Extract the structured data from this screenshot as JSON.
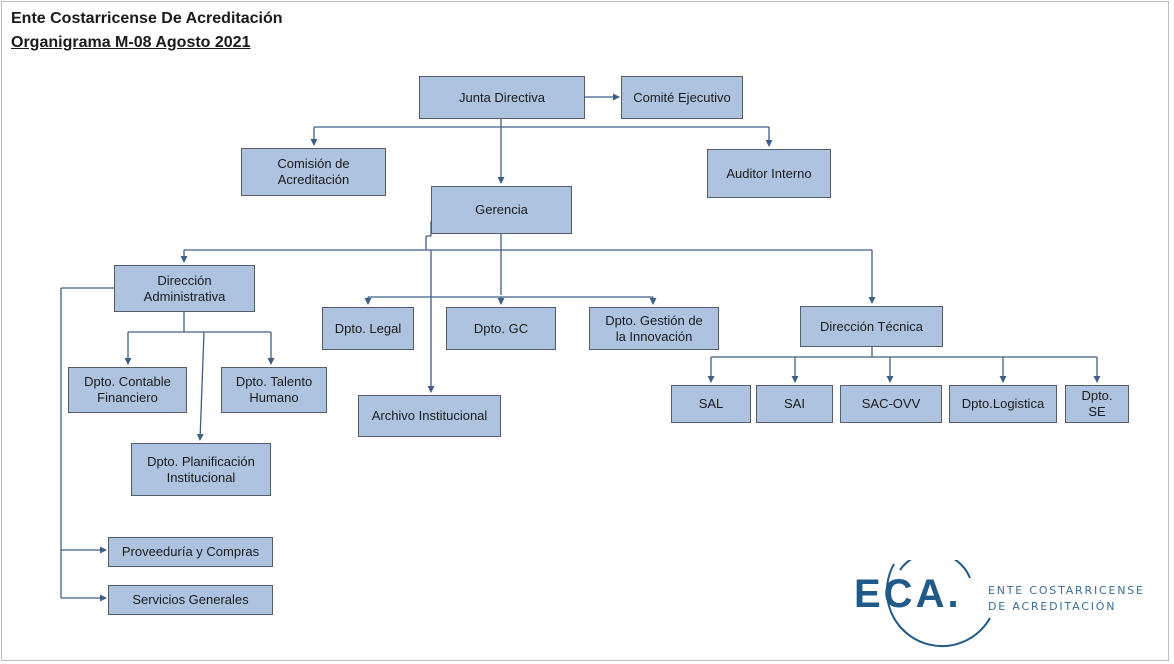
{
  "header": {
    "title": "Ente Costarricense De Acreditación",
    "subtitle": "Organigrama  M-08 Agosto 2021"
  },
  "org": {
    "junta": "Junta Directiva",
    "comite": "Comité Ejecutivo",
    "comision": "Comisión de\nAcreditación",
    "auditor": "Auditor Interno",
    "gerencia": "Gerencia",
    "dir_admin": "Dirección\nAdministrativa",
    "legal": "Dpto. Legal",
    "gc": "Dpto. GC",
    "innovacion": "Dpto. Gestión de\nla Innovación",
    "dir_tecnica": "Dirección Técnica",
    "contable": "Dpto. Contable\nFinanciero",
    "talento": "Dpto. Talento\nHumano",
    "archivo": "Archivo Institucional",
    "planificacion": "Dpto. Planificación\nInstitucional",
    "proveeduria": "Proveeduría y Compras",
    "servicios": "Servicios Generales",
    "sal": "SAL",
    "sai": "SAI",
    "sac": "SAC-OVV",
    "logistica": "Dpto.Logistica",
    "se": "Dpto.\nSE"
  },
  "logo": {
    "mark": "ECA.",
    "line1": "ENTE COSTARRICENSE",
    "line2": "DE ACREDITACIÓN",
    "color": "#1f5a88"
  },
  "colors": {
    "box_fill": "#aec3df",
    "box_border": "#555d68",
    "connector": "#3f5f86"
  }
}
